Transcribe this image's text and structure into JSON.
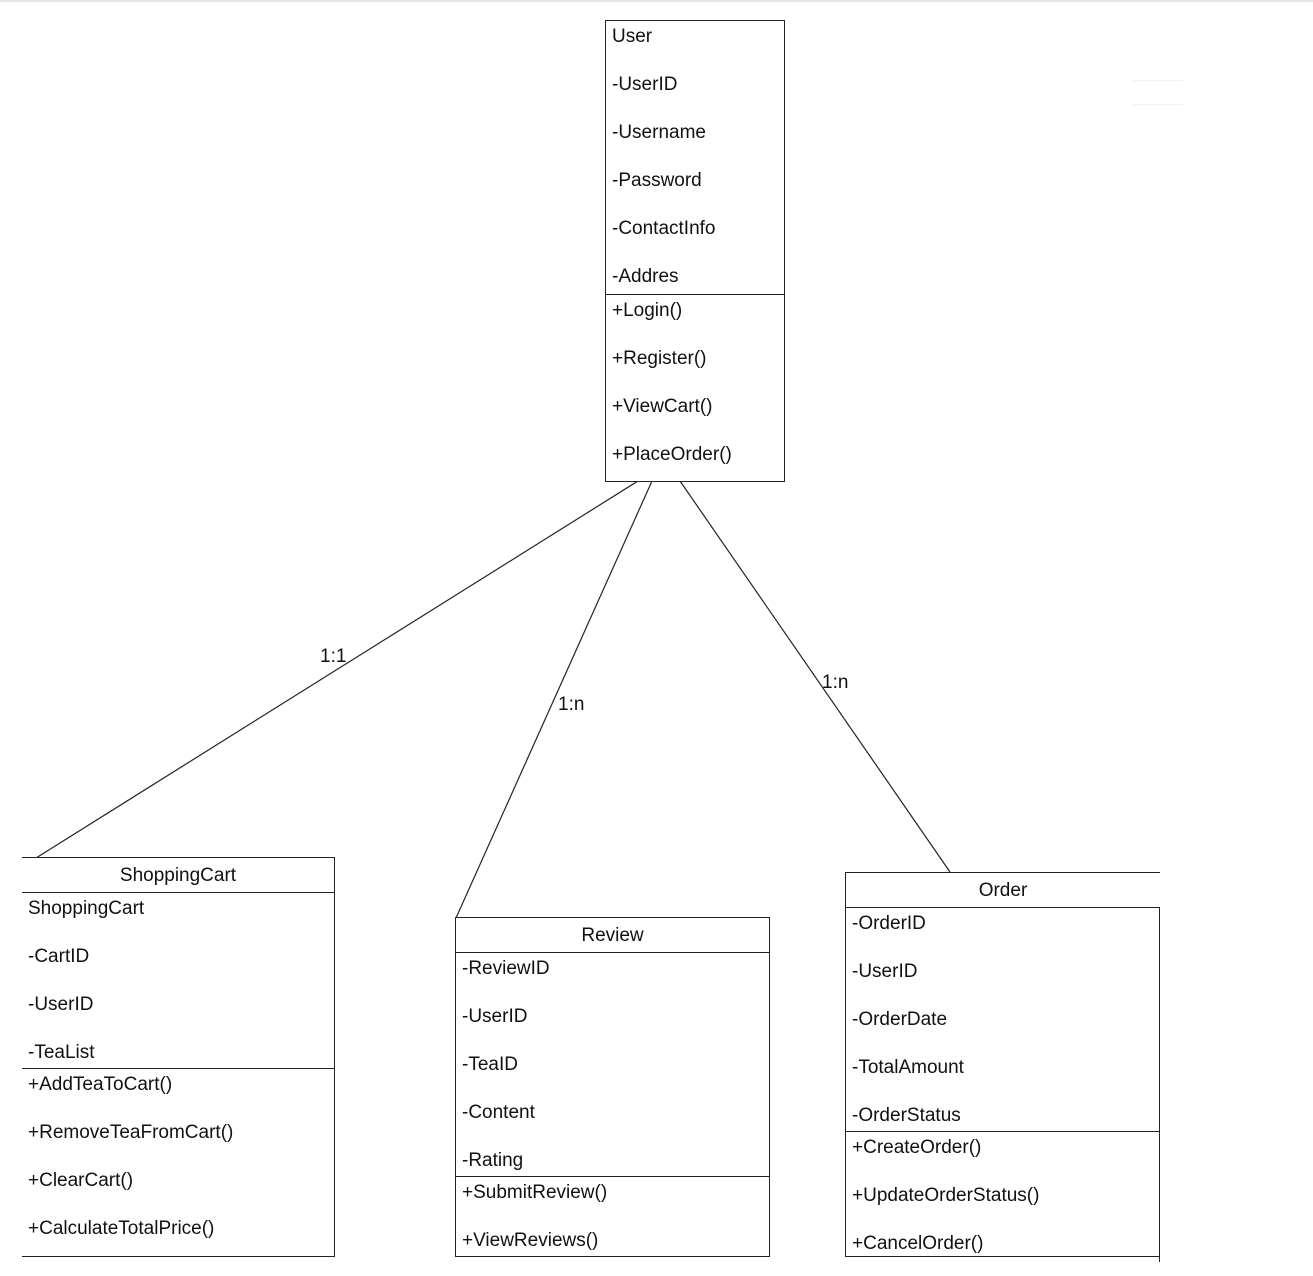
{
  "classes": {
    "user": {
      "attributes": [
        "User",
        "-UserID",
        "-Username",
        "-Password",
        "-ContactInfo",
        "-Addres"
      ],
      "methods": [
        "+Login()",
        "+Register()",
        "+ViewCart()",
        "+PlaceOrder()"
      ]
    },
    "shopping_cart": {
      "name": "ShoppingCart",
      "attributes": [
        "ShoppingCart",
        "-CartID",
        "-UserID",
        "-TeaList"
      ],
      "methods": [
        "+AddTeaToCart()",
        "+RemoveTeaFromCart()",
        "+ClearCart()",
        "+CalculateTotalPrice()"
      ]
    },
    "review": {
      "name": "Review",
      "attributes": [
        "-ReviewID",
        "-UserID",
        "-TeaID",
        "-Content",
        "-Rating"
      ],
      "methods": [
        "+SubmitReview()",
        "+ViewReviews()"
      ]
    },
    "order": {
      "name": "Order",
      "attributes": [
        "-OrderID",
        "-UserID",
        "-OrderDate",
        "-TotalAmount",
        "-OrderStatus"
      ],
      "methods": [
        "+CreateOrder()",
        "+UpdateOrderStatus()",
        "+CancelOrder()"
      ]
    }
  },
  "associations": {
    "user_cart": "1:1",
    "user_review": "1:n",
    "user_order": "1:n"
  }
}
